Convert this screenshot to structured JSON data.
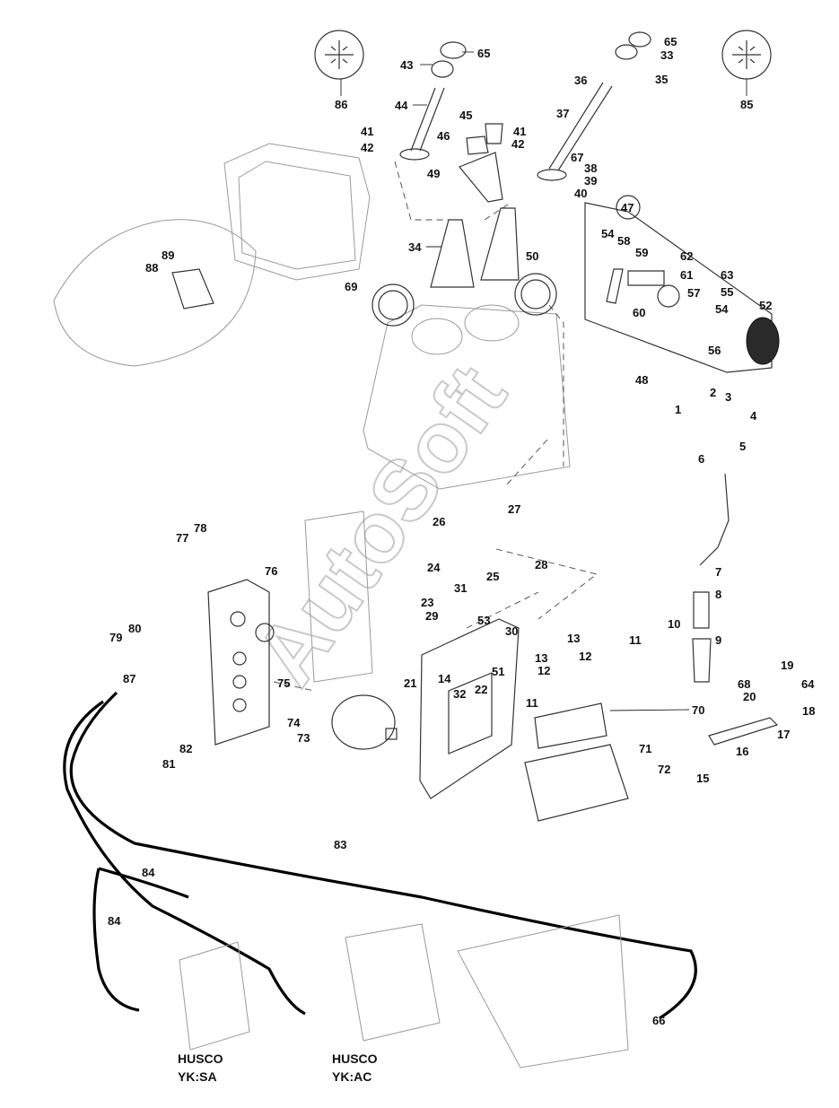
{
  "diagram": {
    "watermark": "AutoSoft",
    "captions": [
      {
        "id": "husco-sa-1",
        "text": "HUSCO"
      },
      {
        "id": "husco-sa-2",
        "text": "YK:SA"
      },
      {
        "id": "husco-ac-1",
        "text": "HUSCO"
      },
      {
        "id": "husco-ac-2",
        "text": "YK:AC"
      }
    ],
    "callouts": [
      "65",
      "43",
      "86",
      "44",
      "41",
      "42",
      "45",
      "46",
      "49",
      "34",
      "65",
      "33",
      "85",
      "36",
      "35",
      "37",
      "41",
      "42",
      "67",
      "38",
      "39",
      "40",
      "47",
      "54",
      "58",
      "59",
      "62",
      "61",
      "63",
      "55",
      "57",
      "54",
      "52",
      "60",
      "56",
      "48",
      "50",
      "69",
      "89",
      "88",
      "1",
      "2",
      "3",
      "4",
      "5",
      "6",
      "7",
      "8",
      "9",
      "10",
      "26",
      "27",
      "24",
      "25",
      "28",
      "31",
      "23",
      "29",
      "53",
      "30",
      "13",
      "11",
      "12",
      "13",
      "12",
      "11",
      "51",
      "14",
      "22",
      "32",
      "21",
      "78",
      "77",
      "76",
      "80",
      "79",
      "87",
      "75",
      "74",
      "73",
      "82",
      "81",
      "19",
      "64",
      "68",
      "20",
      "18",
      "70",
      "17",
      "16",
      "15",
      "71",
      "72",
      "83",
      "84",
      "84",
      "66"
    ]
  }
}
